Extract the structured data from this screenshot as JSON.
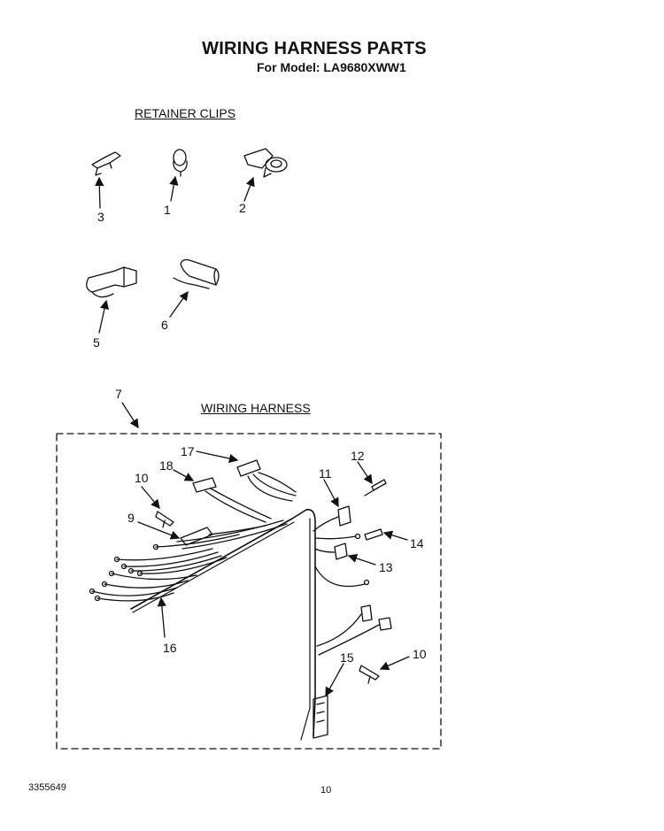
{
  "title": "WIRING HARNESS PARTS",
  "subtitle": "For Model: LA9680XWW1",
  "sections": {
    "retainer_clips": "RETAINER CLIPS",
    "wiring_harness": "WIRING HARNESS"
  },
  "callouts": {
    "c1": "1",
    "c2": "2",
    "c3": "3",
    "c5": "5",
    "c6": "6",
    "c7": "7",
    "c9": "9",
    "c10a": "10",
    "c10b": "10",
    "c11": "11",
    "c12": "12",
    "c13": "13",
    "c14": "14",
    "c15": "15",
    "c16": "16",
    "c17": "17",
    "c18": "18"
  },
  "footer": {
    "doc_number": "3355649",
    "page_number": "10"
  }
}
